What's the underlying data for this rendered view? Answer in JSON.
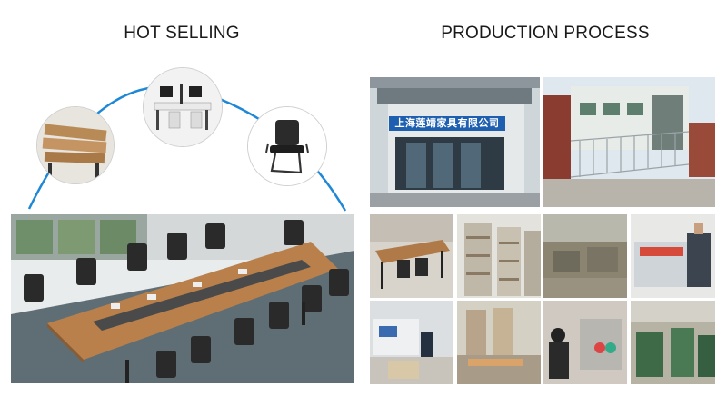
{
  "sections": {
    "hot_selling": {
      "title": "HOT SELLING"
    },
    "production_process": {
      "title": "PRODUCTION PROCESS"
    }
  },
  "factory": {
    "sign_text": "上海莲靖家具有限公司"
  },
  "colors": {
    "accent_arc": "#1f88d6",
    "sign_blue": "#1f5fb0",
    "divider": "#d8d8d8"
  }
}
